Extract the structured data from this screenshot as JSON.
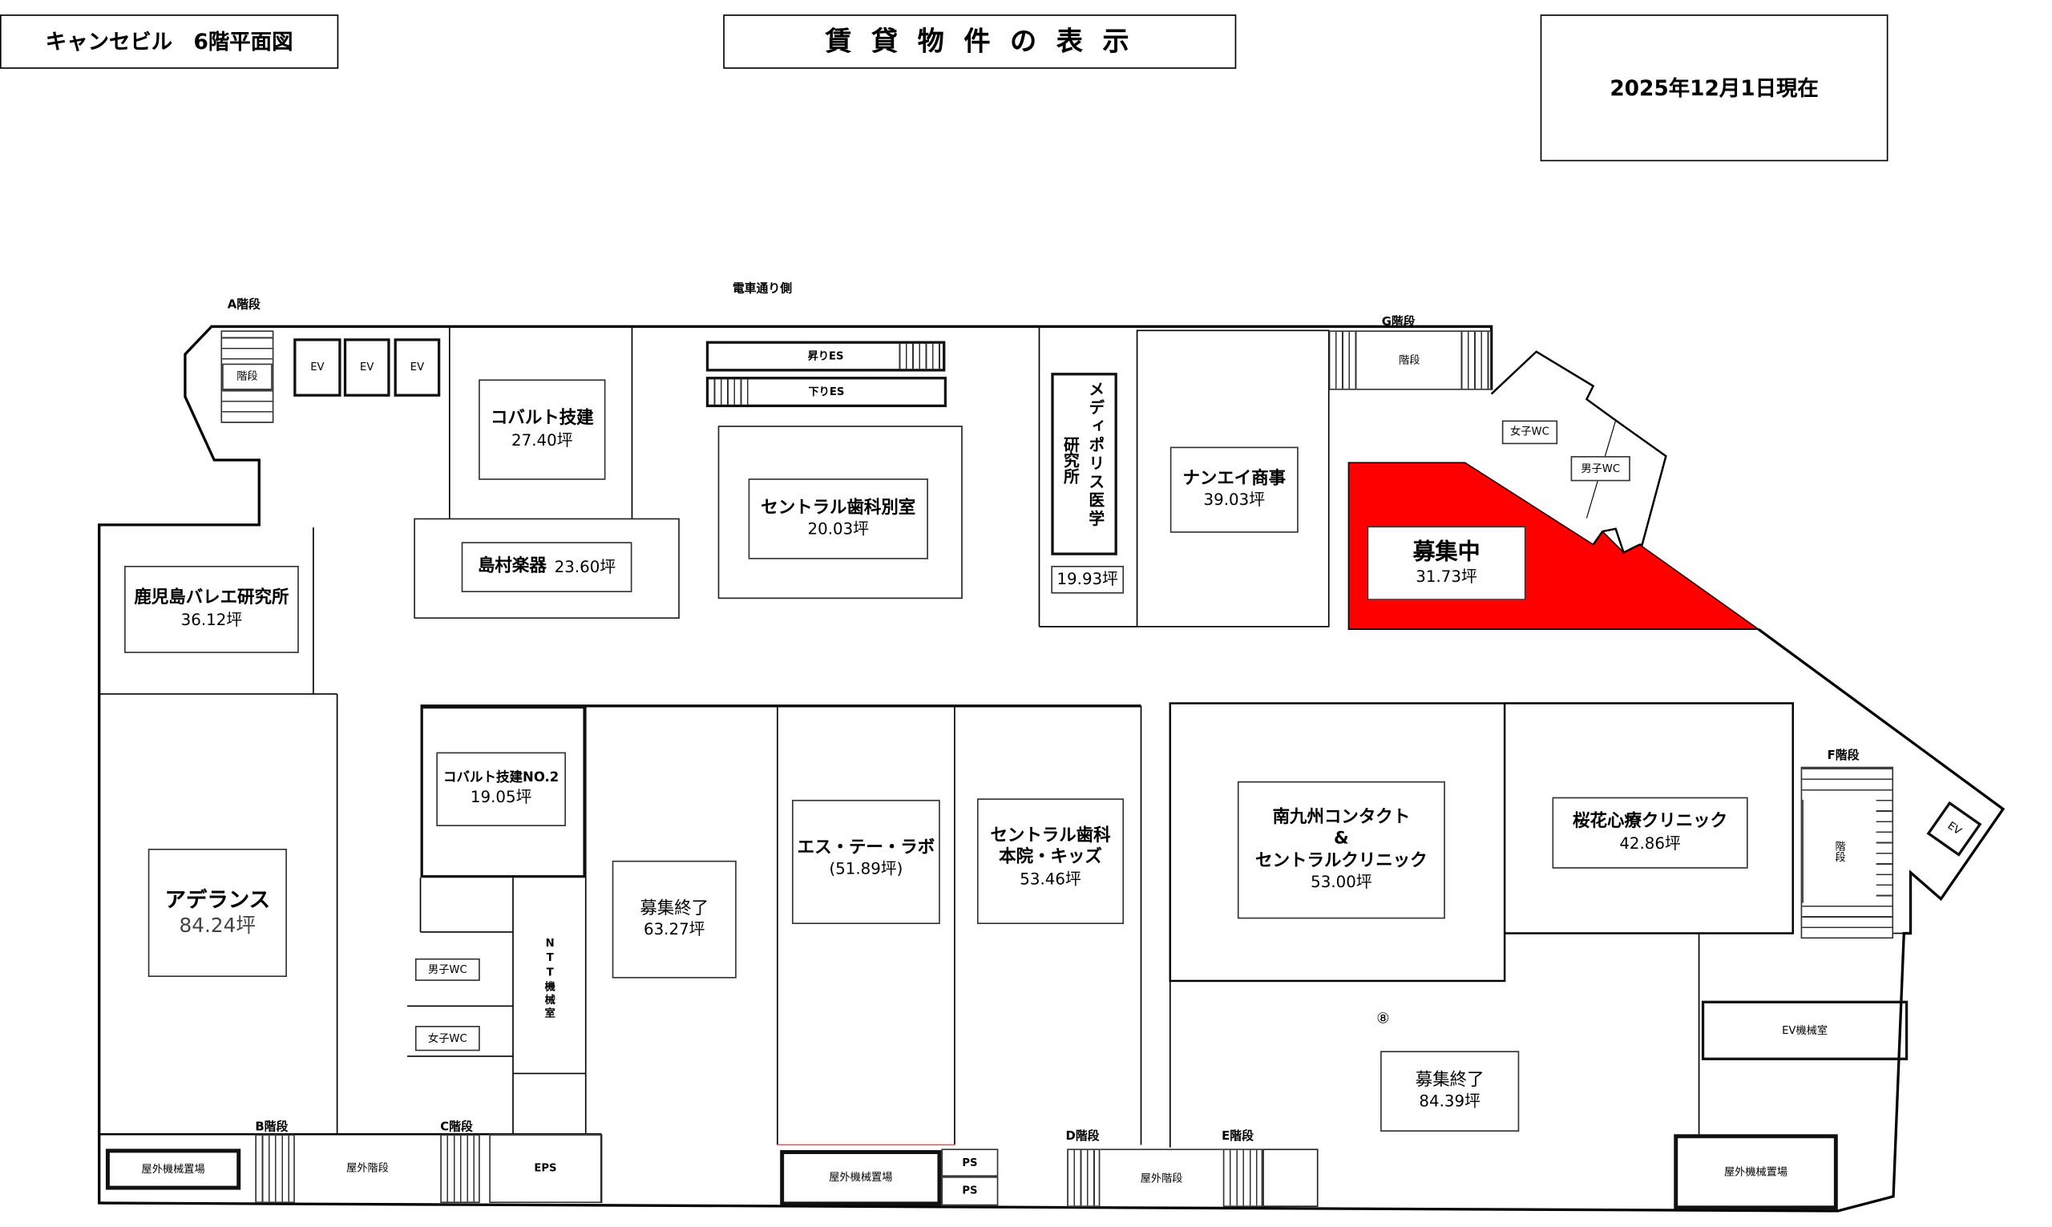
{
  "header": {
    "building_title": "キャンセビル　6階平面図",
    "page_title": "賃 貸 物 件 の 表 示",
    "date": "2025年12月1日現在"
  },
  "labels": {
    "street_side": "電車通り側",
    "stair_a": "A階段",
    "stair_b": "B階段",
    "stair_c": "C階段",
    "stair_d": "D階段",
    "stair_e": "E階段",
    "stair_f": "F階段",
    "stair_g": "G階段",
    "stairs": "階段",
    "stairs_v": "階段",
    "ev": "EV",
    "es_up": "昇りES",
    "es_down": "下りES",
    "womens_wc": "女子WC",
    "mens_wc": "男子WC",
    "ntt_room": "NTT機械室",
    "outdoor_equipment": "屋外機械置場",
    "outdoor_stairs": "屋外階段",
    "eps": "EPS",
    "ps": "PS",
    "ev_machine_room": "EV機械室",
    "unit_number": "⑧"
  },
  "tenants": [
    {
      "name": "コバルト技建",
      "area": "27.40坪"
    },
    {
      "name": "島村楽器",
      "area": "23.60坪"
    },
    {
      "name": "セントラル歯科別室",
      "area": "20.03坪"
    },
    {
      "name": "メディポリス医学研究所",
      "name_line1": "メディポリス医学",
      "name_line2": "研究所",
      "area": "19.93坪"
    },
    {
      "name": "ナンエイ商事",
      "area": "39.03坪"
    },
    {
      "name": "募集中",
      "area": "31.73坪",
      "status": "vacant"
    },
    {
      "name": "鹿児島バレエ研究所",
      "area": "36.12坪"
    },
    {
      "name": "アデランス",
      "area": "84.24坪"
    },
    {
      "name": "コバルト技建NO.2",
      "area": "19.05坪"
    },
    {
      "name": "募集終了",
      "area": "63.27坪"
    },
    {
      "name": "エス・テー・ラボ",
      "area": "(51.89坪)"
    },
    {
      "name_line1": "セントラル歯科",
      "name_line2": "本院・キッズ",
      "area": "53.46坪"
    },
    {
      "name_line1": "南九州コンタクト",
      "name_line2": "&",
      "name_line3": "セントラルクリニック",
      "area": "53.00坪"
    },
    {
      "name": "桜花心療クリニック",
      "area": "42.86坪"
    },
    {
      "name": "募集終了",
      "area": "84.39坪"
    }
  ],
  "colors": {
    "vacant": "#ff0000",
    "line": "#000000"
  }
}
